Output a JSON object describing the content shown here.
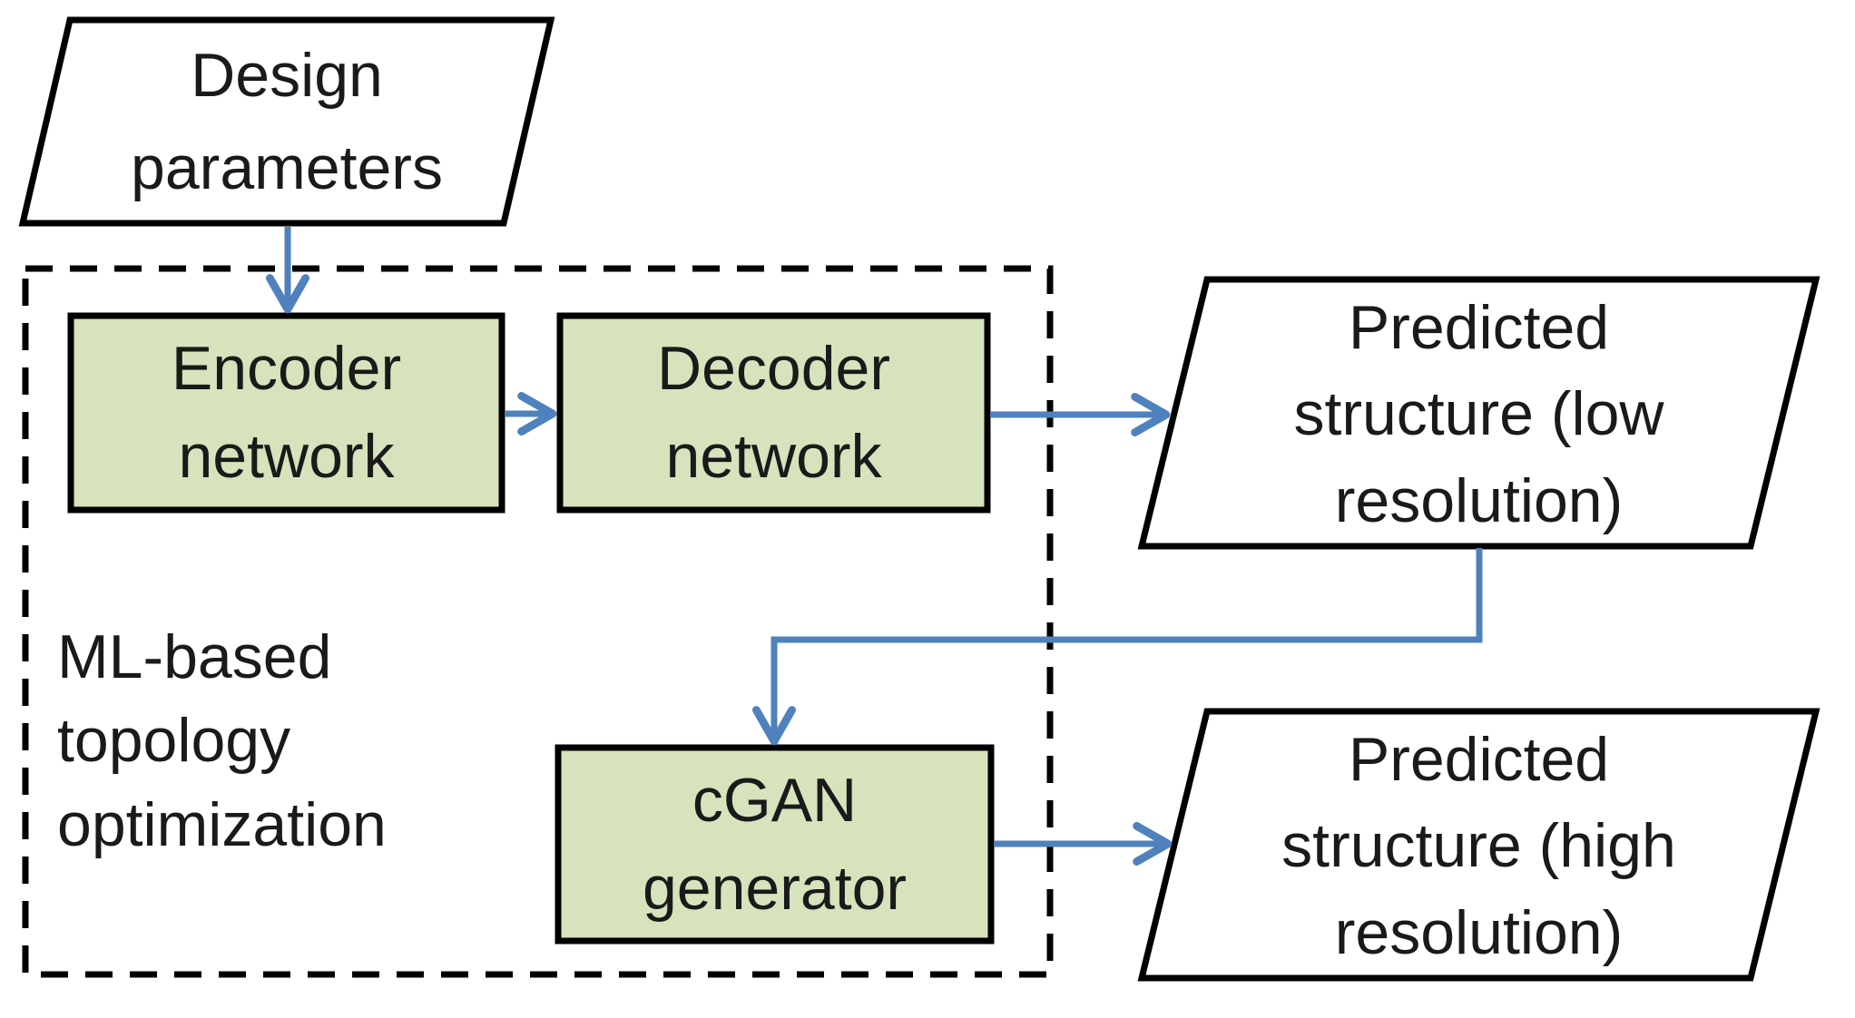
{
  "diagram": {
    "background": "#ffffff",
    "colors": {
      "node_fill": "#d6e3bc",
      "node_stroke": "#000000",
      "io_fill": "#ffffff",
      "io_stroke": "#000000",
      "arrow": "#4f81bd",
      "group_stroke": "#000000",
      "text": "#1a1a1a"
    },
    "nodes": {
      "design_parameters": {
        "label": "Design\nparameters",
        "shape": "parallelogram"
      },
      "encoder": {
        "label": "Encoder\nnetwork",
        "shape": "rect"
      },
      "decoder": {
        "label": "Decoder\nnetwork",
        "shape": "rect"
      },
      "cgan_generator": {
        "label": "cGAN\ngenerator",
        "shape": "rect"
      },
      "predicted_low": {
        "label": "Predicted\nstructure (low\nresolution)",
        "shape": "parallelogram"
      },
      "predicted_high": {
        "label": "Predicted\nstructure (high\nresolution)",
        "shape": "parallelogram"
      }
    },
    "group": {
      "label": "ML-based\ntopology\noptimization"
    },
    "edges": [
      {
        "from": "design_parameters",
        "to": "encoder"
      },
      {
        "from": "encoder",
        "to": "decoder"
      },
      {
        "from": "decoder",
        "to": "predicted_low"
      },
      {
        "from": "predicted_low",
        "to": "cgan_generator"
      },
      {
        "from": "cgan_generator",
        "to": "predicted_high"
      }
    ]
  }
}
